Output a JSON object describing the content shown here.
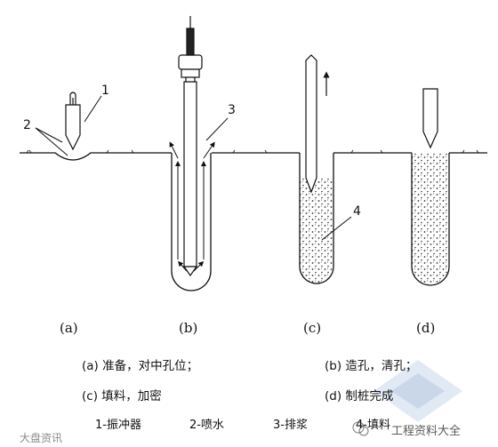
{
  "callouts": [
    "1",
    "2",
    "3",
    "4"
  ],
  "stage_labels": [
    "(a)",
    "(b)",
    "(c)",
    "(d)"
  ],
  "captions": {
    "a": "(a) 准备，对中孔位；",
    "b": "(b) 造孔，清孔；",
    "c": "(c) 填料，加密",
    "d": "(d) 制桩完成"
  },
  "legend": [
    "1-振冲器",
    "2-喷水",
    "3-排浆",
    "4-填料"
  ],
  "watermarks": {
    "left": "大盘资讯",
    "right": "工程资料大全"
  },
  "colors": {
    "line": "#111111",
    "fill_dots": "#333333",
    "watermark": "#9fb8d6"
  }
}
